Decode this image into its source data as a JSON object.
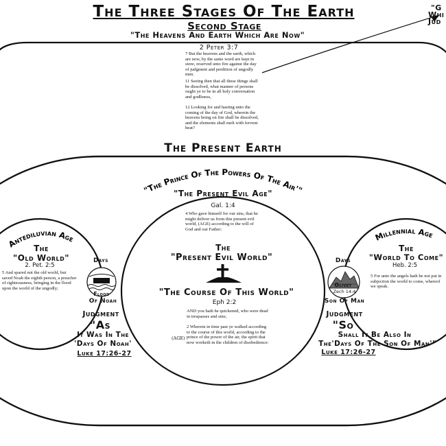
{
  "header": {
    "title": "The Three Stages Of The Earth",
    "stage": "Second Stage",
    "quote": "\"The Heavens And Earth Which Are Now\"",
    "corner_lines": [
      "\"G",
      "Whi",
      "Jud"
    ]
  },
  "peter": {
    "ref": "2 Peter 3:7",
    "v7": "7 But the heavens and the earth, which are now, by the same word are kept in store, reserved unto fire against the day of judgment and perdition of ungodly men.",
    "v11": "11 Seeing then that all these things shall be dissolved, what manner of persons ought ye to be in all holy conversation and godliness,",
    "v12": "12 Looking for and hasting unto the coming of the day of God, wherein the heavens being on fire shall be dissolved, and the elements shall melt with fervent heat?"
  },
  "present_earth": {
    "title": "The Present Earth",
    "prince_arc": "\"The Prince Of The Powers Of The Air'\"",
    "evil_age": "\"The Present Evil Age\"",
    "gal_ref": "Gal. 1:4",
    "gal_text": "4 Who gave himself for our sins, that he might deliver us from this present evil world, (AGE) according to the will of God and our Father:",
    "the": "The",
    "evil_world": "\"Present Evil World\"",
    "course": "\"The Course Of This World\"",
    "eph_ref": "Eph 2:2",
    "eph_v1": "AND you hath he quickened, who were dead in trespasses and sins;",
    "eph_v2": "2 Wherein in time past ye walked according to the course of this world, according to the prince of the power of the air, the spirit that now worketh in the children of disobedience:",
    "age_note": "(AGE)"
  },
  "left": {
    "arc": "Antediluvian Age",
    "the": "The",
    "name": "\"Old World\"",
    "ref": "2. Pet. 2:5",
    "text": "5 And spared not the old world, but saved Noah the eighth person, a preacher of righteousness, bringing in the flood upon the world of the ungodly;",
    "days": "Days",
    "flood": "Flood",
    "of_noah": "Of Noah",
    "judgment": "Judgment",
    "as_word": "\"As",
    "as_line1": "It Was In The",
    "as_line2": "'Days Of Noah'",
    "luke": "Luke 17:26-27"
  },
  "right": {
    "arc": "Millennial Age",
    "the": "The",
    "name": "\"World To Come\"",
    "ref": "Heb. 2:5",
    "text": "5 For unto the angels hath he not put in subjection the world to come, whereof we speak.",
    "days": "Days",
    "olivet": "Olivet",
    "zech": "Zech 14:4",
    "son_of_man": "Son Of Man",
    "judgment": "Judgment",
    "so_word": "\"So",
    "so_line1": "Shall It Be Also In",
    "so_line2": "The'Days Of The Son Of Man'\"",
    "luke": "Luke 17:26-27"
  }
}
